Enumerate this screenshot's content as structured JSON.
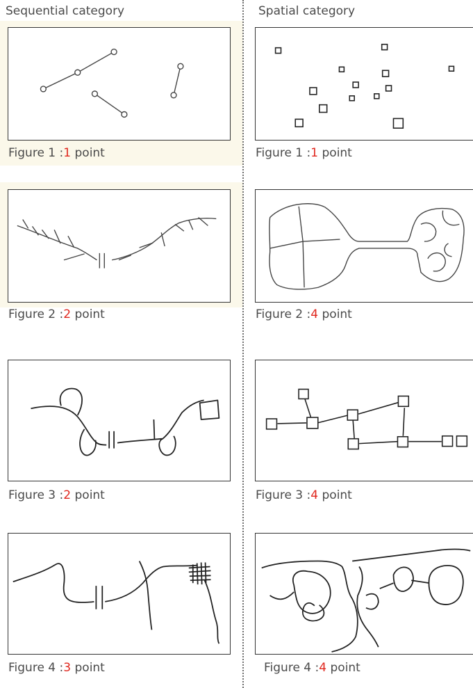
{
  "headings": {
    "sequential": "Sequential category",
    "spatial": "Spatial category"
  },
  "sequential": [
    {
      "figure": "Figure 1 :",
      "score": "1",
      "unit": " point"
    },
    {
      "figure": "Figure 2 :",
      "score": "2",
      "unit": " point"
    },
    {
      "figure": "Figure 3 :",
      "score": "2",
      "unit": " point"
    },
    {
      "figure": "Figure 4 :",
      "score": "3",
      "unit": " point"
    }
  ],
  "spatial": [
    {
      "figure": "Figure 1 :",
      "score": "1",
      "unit": " point"
    },
    {
      "figure": "Figure 2 :",
      "score": "4",
      "unit": " point"
    },
    {
      "figure": "Figure 3 :",
      "score": "4",
      "unit": " point"
    },
    {
      "figure": "Figure 4 :",
      "score": "4",
      "unit": " point"
    }
  ],
  "colors": {
    "score": "#e0261d",
    "text": "#4a4a4a",
    "tint": "#fbf8ea"
  }
}
